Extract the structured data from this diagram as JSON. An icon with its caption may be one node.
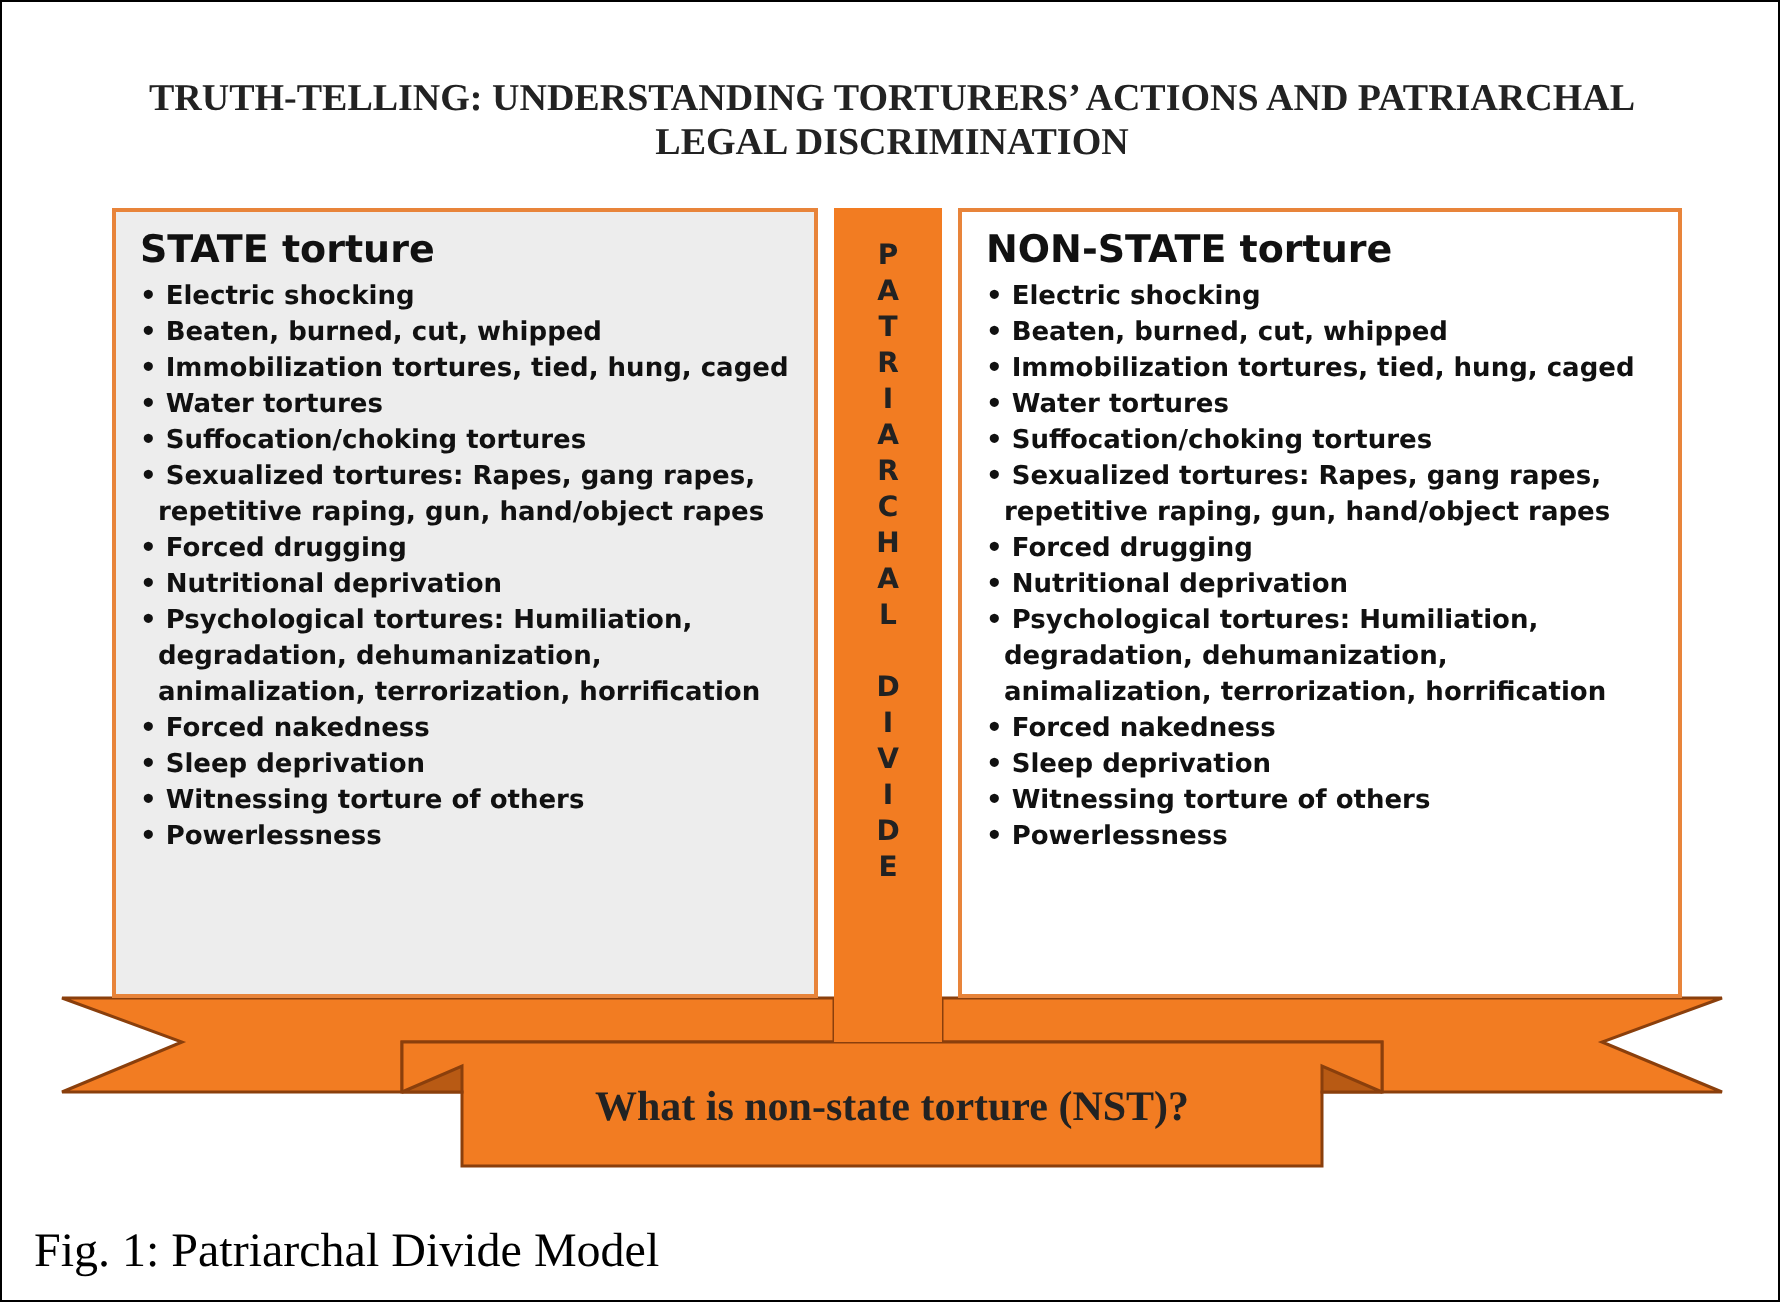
{
  "diagram": {
    "title": "TRUTH-TELLING: UNDERSTANDING TORTURERS’ ACTIONS AND PATRIARCHAL LEGAL DISCRIMINATION",
    "caption": "Fig. 1: Patriarchal Divide Model",
    "nodes": [
      {
        "text": [
          "STATE torture",
          "• Electric shocking",
          "• Beaten, burned, cut, whipped",
          "• Immobilization tortures, tied, hung, caged",
          "• Water tortures",
          "• Suffocation/choking tortures",
          "• Sexualized tortures: Rapes, gang rapes, repetitive raping, gun, hand/object rapes",
          "• Forced drugging",
          "• Nutritional deprivation",
          "• Psychological tortures: Humiliation, degradation, dehumanization, animalization, terrorization, horrification",
          "• Forced nakedness",
          "• Sleep deprivation",
          "• Witnessing torture of others",
          "• Powerlessness"
        ]
      },
      {
        "text": [
          "PATRIARCHAL DIVIDE"
        ]
      },
      {
        "text": [
          "NON-STATE torture",
          "• Electric shocking",
          "• Beaten, burned, cut, whipped",
          "• Immobilization tortures, tied, hung, caged",
          "• Water tortures",
          "• Suffocation/choking tortures",
          "• Sexualized tortures: Rapes, gang rapes, repetitive raping, gun, hand/object rapes",
          "• Forced drugging",
          "• Nutritional deprivation",
          "• Psychological tortures: Humiliation, degradation, dehumanization, animalization, terrorization, horrification",
          "• Forced nakedness",
          "• Sleep deprivation",
          "• Witnessing torture of others",
          "• Powerlessness"
        ]
      },
      {
        "text": [
          "What is non-state torture (NST)?"
        ]
      }
    ]
  }
}
